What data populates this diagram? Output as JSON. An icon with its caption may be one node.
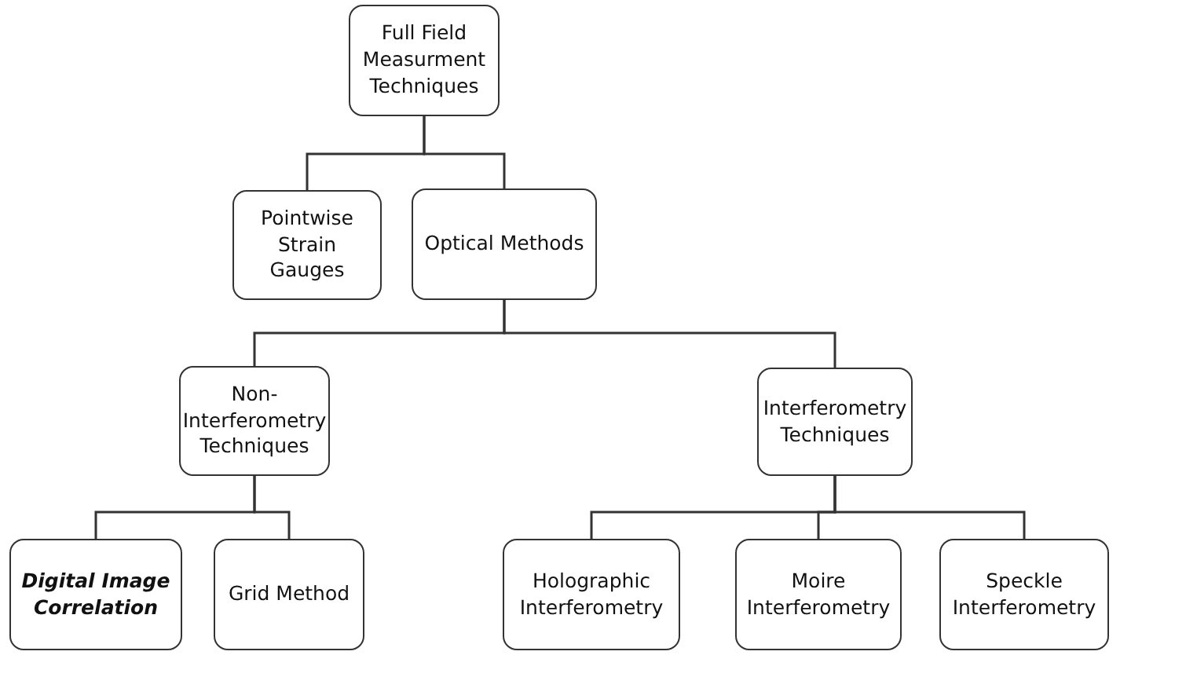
{
  "diagram": {
    "nodes": [
      {
        "text": [
          "Full Field Measurment Techniques"
        ]
      },
      {
        "text": [
          "Pointwise Strain Gauges"
        ]
      },
      {
        "text": [
          "Optical Methods"
        ]
      },
      {
        "text": [
          "Non-Interferometry Techniques"
        ]
      },
      {
        "text": [
          "Interferometry Techniques"
        ]
      },
      {
        "text": [
          "Digital Image Correlation"
        ]
      },
      {
        "text": [
          "Grid Method"
        ]
      },
      {
        "text": [
          "Holographic Interferometry"
        ]
      },
      {
        "text": [
          "Moire Interferometry"
        ]
      },
      {
        "text": [
          "Speckle Interferometry"
        ]
      }
    ],
    "edges": [
      {
        "from": 0,
        "to": 1,
        "arrow": "none"
      },
      {
        "from": 0,
        "to": 2,
        "arrow": "none"
      },
      {
        "from": 2,
        "to": 3,
        "arrow": "none"
      },
      {
        "from": 2,
        "to": 4,
        "arrow": "none"
      },
      {
        "from": 3,
        "to": 5,
        "arrow": "none"
      },
      {
        "from": 3,
        "to": 6,
        "arrow": "none"
      },
      {
        "from": 4,
        "to": 7,
        "arrow": "none"
      },
      {
        "from": 4,
        "to": 8,
        "arrow": "none"
      },
      {
        "from": 4,
        "to": 9,
        "arrow": "none"
      }
    ]
  }
}
